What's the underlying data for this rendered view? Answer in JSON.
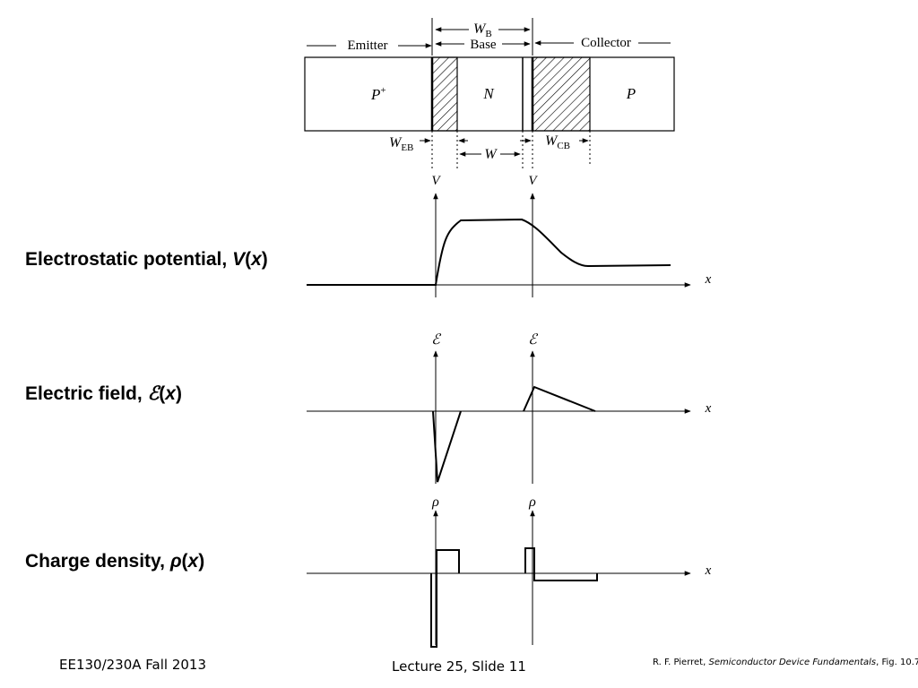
{
  "device": {
    "regions": {
      "emitter": "Emitter",
      "base": "Base",
      "collector": "Collector"
    },
    "doping": {
      "emitter_sym": "P",
      "emitter_sup": "+",
      "base": "N",
      "collector": "P"
    },
    "widths": {
      "wb": "W",
      "wb_sub": "B",
      "web": "W",
      "web_sub": "EB",
      "w": "W",
      "wcb": "W",
      "wcb_sub": "CB"
    }
  },
  "plots": {
    "potential": {
      "axis": "V",
      "x": "x"
    },
    "field": {
      "axis": "ℰ",
      "x": "x"
    },
    "charge": {
      "axis": "ρ",
      "x": "x"
    }
  },
  "labels": {
    "potential": {
      "text": "Electrostatic potential,",
      "fn": "V",
      "open": "(",
      "var": "x",
      "close": ")"
    },
    "field": {
      "text": "Electric field,",
      "fn": "ℰ",
      "open": "(",
      "var": "x",
      "close": ")"
    },
    "charge": {
      "text": "Charge density,",
      "fn": "ρ",
      "open": "(",
      "var": "x",
      "close": ")"
    }
  },
  "footer": {
    "course": "EE130/230A Fall 2013",
    "slide": "Lecture 25, Slide 11",
    "citation": {
      "author": "R. F. Pierret,",
      "book": "Semiconductor Device Fundamentals",
      "fig": ", Fig. 10.7"
    }
  }
}
